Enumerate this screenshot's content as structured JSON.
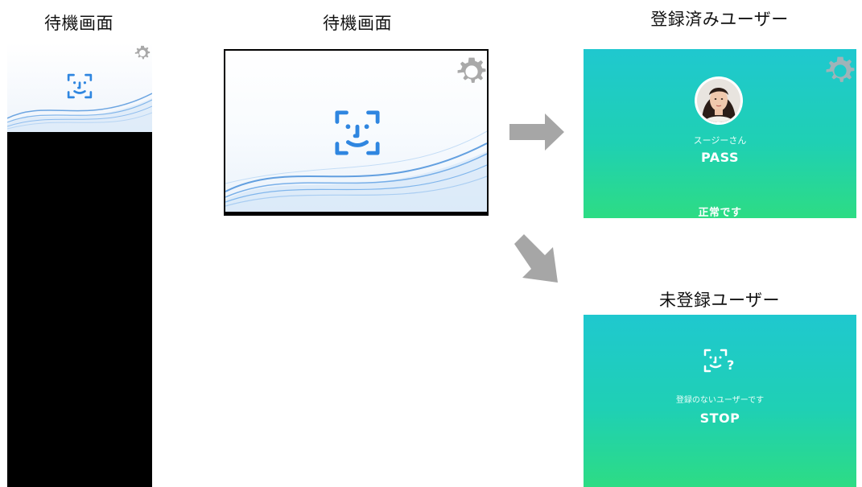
{
  "captions": {
    "portrait_idle": "待機画面",
    "landscape_idle": "待機画面",
    "registered": "登録済みユーザー",
    "unregistered": "未登録ユーザー"
  },
  "pass_screen": {
    "user_name": "スージーさん",
    "result": "PASS",
    "status": "正常です"
  },
  "stop_screen": {
    "question_mark": "?",
    "message": "登録のないユーザーです",
    "result": "STOP"
  },
  "icons": {
    "settings": "gear-icon",
    "face_scan": "face-id-icon",
    "flow_right": "arrow-right-icon",
    "flow_down": "arrow-down-right-icon"
  },
  "colors": {
    "teal_top": "#1fc8cf",
    "green_bottom": "#2ddc84",
    "face_icon_blue": "#2f86e0",
    "gear_gray": "#a9a9a9",
    "arrow_gray": "#a6a6a6"
  }
}
